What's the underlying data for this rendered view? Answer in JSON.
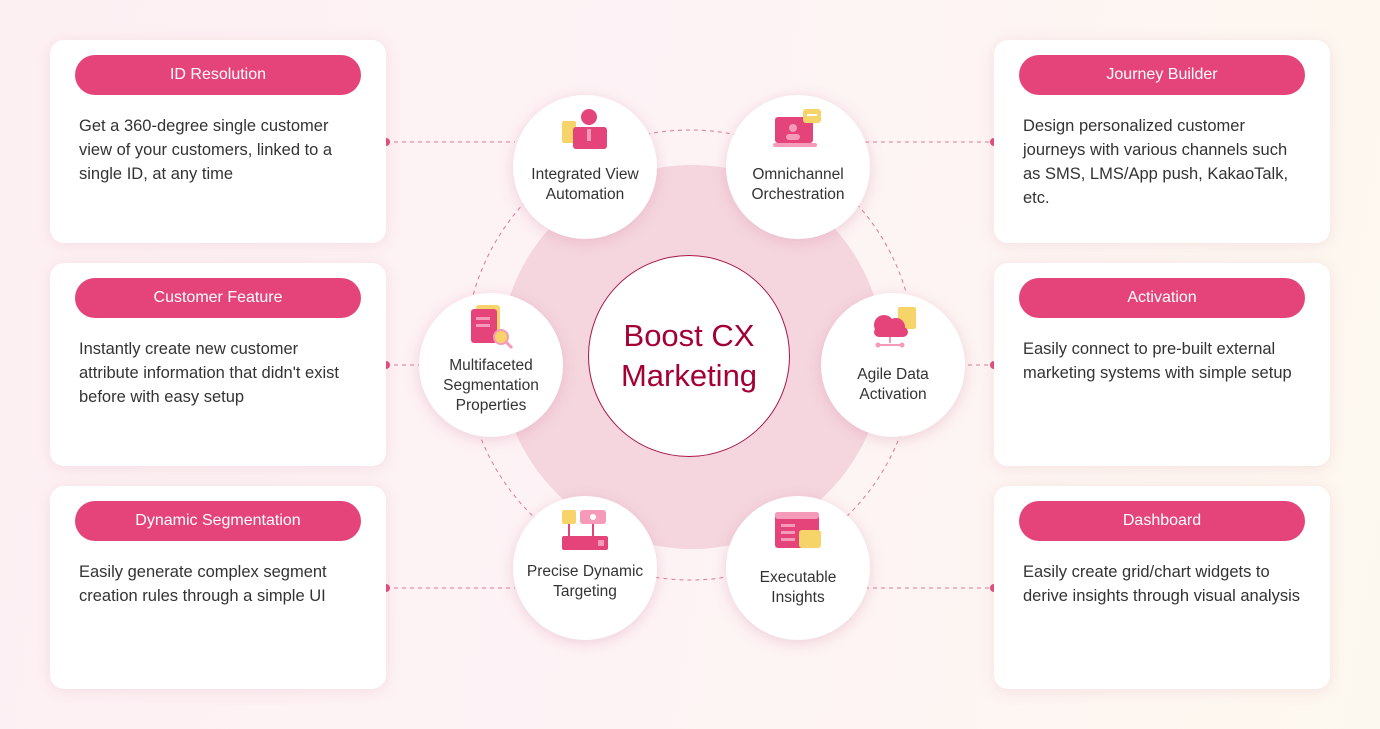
{
  "cards": [
    {
      "title": "ID Resolution",
      "desc": "Get a 360-degree single customer view of your customers, linked to a single ID, at any time"
    },
    {
      "title": "Customer Feature",
      "desc": "Instantly create new customer attribute information that didn't exist before with easy setup"
    },
    {
      "title": "Dynamic Segmentation",
      "desc": "Easily generate complex segment creation rules through a simple UI"
    },
    {
      "title": "Journey Builder",
      "desc": "Design personalized customer journeys with various channels such as SMS, LMS/App push, KakaoTalk, etc."
    },
    {
      "title": "Activation",
      "desc": "Easily connect to pre-built external marketing systems with simple setup"
    },
    {
      "title": "Dashboard",
      "desc": "Easily create grid/chart widgets to derive insights through visual analysis"
    }
  ],
  "center": {
    "title": "Boost CX Marketing"
  },
  "nodes": [
    {
      "label": "Integrated View Automation",
      "icon": "people-icon"
    },
    {
      "label": "Omnichannel Orchestration",
      "icon": "laptop-chat-icon"
    },
    {
      "label": "Multifaceted Segmentation Properties",
      "icon": "document-search-icon"
    },
    {
      "label": "Agile Data Activation",
      "icon": "cloud-network-icon"
    },
    {
      "label": "Precise Dynamic Targeting",
      "icon": "network-target-icon"
    },
    {
      "label": "Executable Insights",
      "icon": "dashboard-window-icon"
    }
  ],
  "colors": {
    "accent": "#e4447a",
    "brand": "#a50034",
    "ring": "#f5d6de",
    "dashed": "#e07898"
  }
}
